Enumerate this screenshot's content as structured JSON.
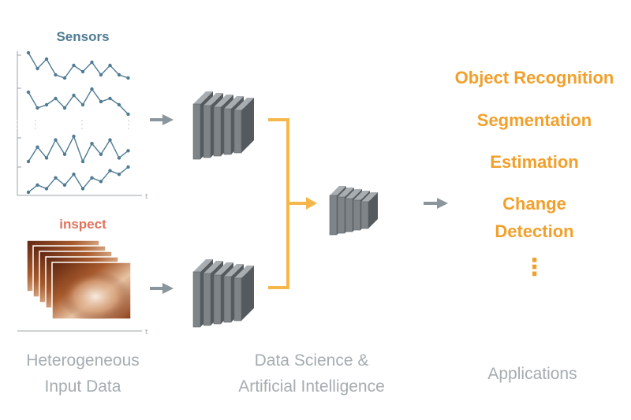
{
  "input_section": {
    "sensors_label": "Sensors",
    "inspect_label": "inspect",
    "axis_letter_sensors": "t",
    "axis_letter_images": "t",
    "sensor_series": [
      [
        9,
        4,
        7,
        2,
        1,
        5,
        3,
        6,
        2,
        5,
        2,
        1
      ],
      [
        8,
        3,
        4,
        6,
        3,
        7,
        4,
        9,
        5,
        6,
        4,
        1
      ],
      [
        2,
        6,
        3,
        8,
        4,
        9,
        2,
        7,
        4,
        8,
        3,
        5
      ],
      [
        1,
        3,
        2,
        5,
        3,
        6,
        2,
        5,
        4,
        7,
        6,
        8
      ]
    ]
  },
  "applications": {
    "items": [
      "Object Recognition",
      "Segmentation",
      "Estimation"
    ],
    "change_line1": "Change",
    "change_line2": "Detection",
    "ellipsis": "⋮"
  },
  "bottom_labels": {
    "input_line1": "Heterogeneous",
    "input_line2": "Input Data",
    "ai_line1": "Data Science &",
    "ai_line2": "Artificial Intelligence",
    "applications": "Applications"
  },
  "colors": {
    "sensors": "#4f7b93",
    "inspect": "#e0735d",
    "applications": "#f2a02c",
    "connector": "#f5b74a",
    "arrow": "#8a959c",
    "footer": "#a6acb1"
  }
}
